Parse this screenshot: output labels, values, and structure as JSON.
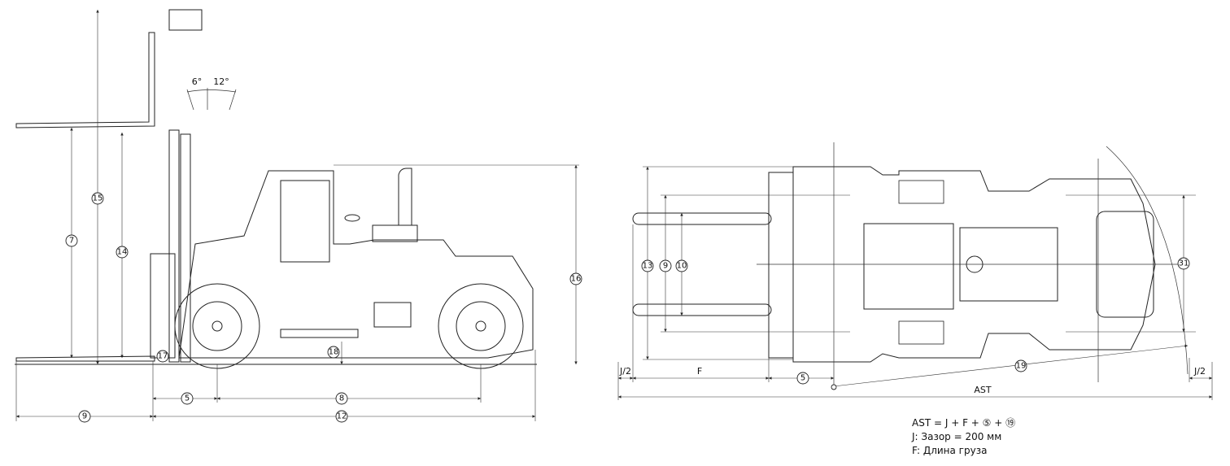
{
  "side_view": {
    "angles": {
      "forward": "6°",
      "backward": "12°"
    },
    "dimensions": {
      "d15": "15",
      "d7": "7",
      "d14": "14",
      "d16": "16",
      "d17": "17",
      "d18": "18",
      "d5": "5",
      "d8": "8",
      "d9": "9",
      "d12": "12"
    }
  },
  "top_view": {
    "dimensions": {
      "d13": "13",
      "d9": "9",
      "d10": "10",
      "d31": "31",
      "d19": "19",
      "d5": "5"
    },
    "labels": {
      "j_left": "J/2",
      "f": "F",
      "ast": "AST",
      "j_right": "J/2"
    }
  },
  "formula": {
    "line1": "AST = J + F + ⑤ + ⑲",
    "line2": "J: Зазор = 200 мм",
    "line3": "F: Длина груза"
  }
}
